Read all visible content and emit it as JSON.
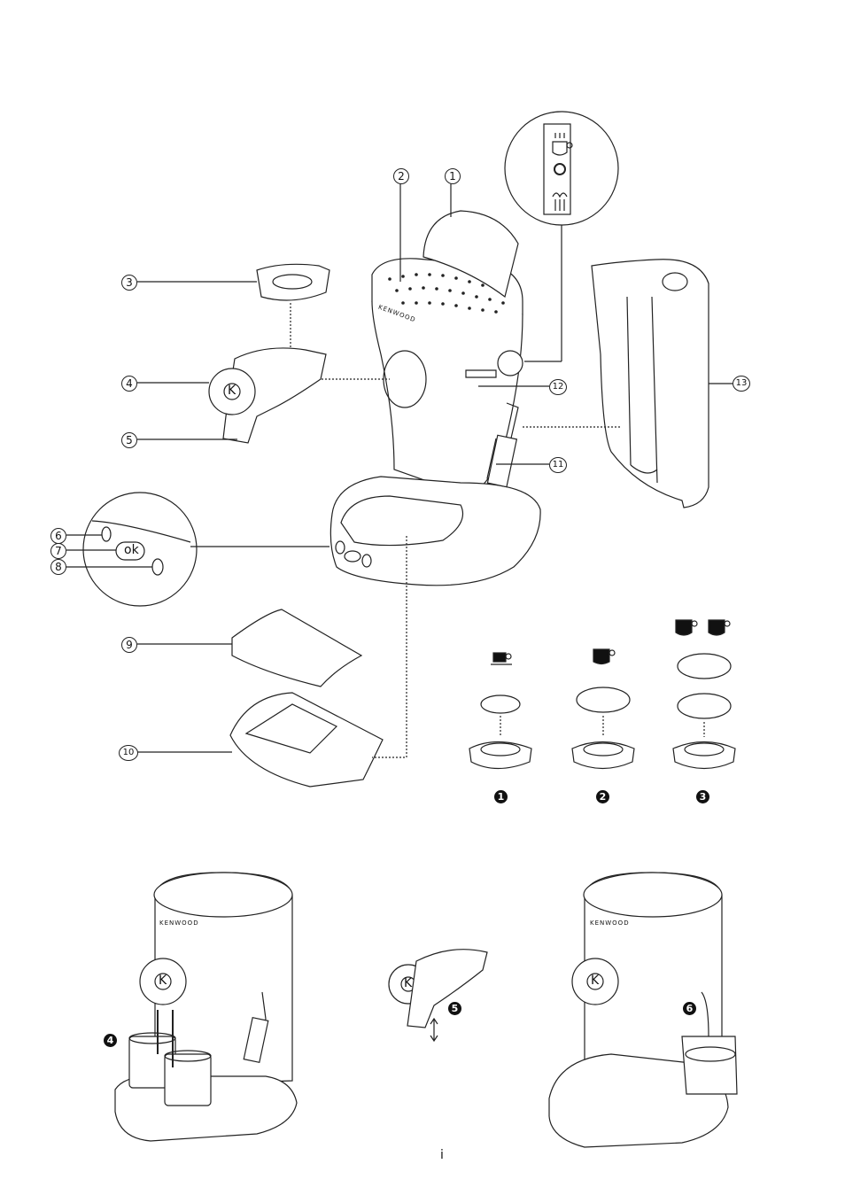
{
  "brand": "KENWOOD",
  "ok_label": "ok",
  "page_number": "i",
  "parts": [
    {
      "id": "part-1",
      "text": "1"
    },
    {
      "id": "part-2",
      "text": "2"
    },
    {
      "id": "part-3",
      "text": "3"
    },
    {
      "id": "part-4",
      "text": "4"
    },
    {
      "id": "part-5",
      "text": "5"
    },
    {
      "id": "part-6",
      "text": "6"
    },
    {
      "id": "part-7",
      "text": "7"
    },
    {
      "id": "part-8",
      "text": "8"
    },
    {
      "id": "part-9",
      "text": "9"
    },
    {
      "id": "part-10",
      "text": "10"
    },
    {
      "id": "part-11",
      "text": "11"
    },
    {
      "id": "part-12",
      "text": "12"
    },
    {
      "id": "part-13",
      "text": "13"
    }
  ],
  "steps": [
    "1",
    "2",
    "3",
    "4",
    "5",
    "6"
  ],
  "icons": [
    "hot-cup-icon",
    "standby-circle-icon",
    "steam-icon",
    "small-cup-icon",
    "mug-icon",
    "mug-icon",
    "mug-icon",
    "k-logo-icon"
  ]
}
